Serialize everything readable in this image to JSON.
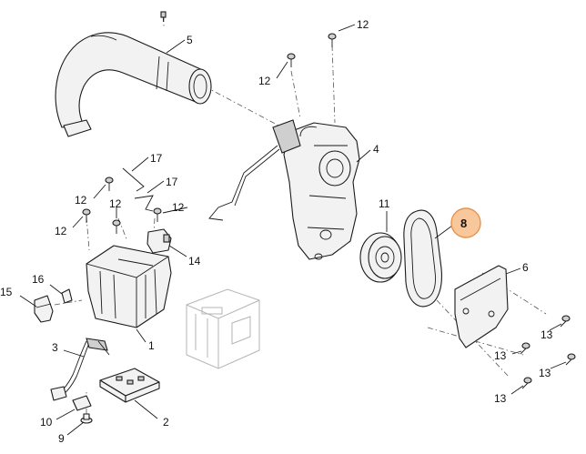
{
  "diagram": {
    "highlight_color": "#f9c79c",
    "highlighted_part": "8",
    "callouts": [
      {
        "id": "c5",
        "label": "5"
      },
      {
        "id": "c12a",
        "label": "12"
      },
      {
        "id": "c12b",
        "label": "12"
      },
      {
        "id": "c4",
        "label": "4"
      },
      {
        "id": "c17a",
        "label": "17"
      },
      {
        "id": "c17b",
        "label": "17"
      },
      {
        "id": "c12c",
        "label": "12"
      },
      {
        "id": "c12d",
        "label": "12"
      },
      {
        "id": "c12e",
        "label": "12"
      },
      {
        "id": "c12f",
        "label": "12"
      },
      {
        "id": "c11",
        "label": "11"
      },
      {
        "id": "c8",
        "label": "8"
      },
      {
        "id": "c14",
        "label": "14"
      },
      {
        "id": "c16",
        "label": "16"
      },
      {
        "id": "c15",
        "label": "15"
      },
      {
        "id": "c6",
        "label": "6"
      },
      {
        "id": "c1",
        "label": "1"
      },
      {
        "id": "c3",
        "label": "3"
      },
      {
        "id": "c13a",
        "label": "13"
      },
      {
        "id": "c13b",
        "label": "13"
      },
      {
        "id": "c13c",
        "label": "13"
      },
      {
        "id": "c13d",
        "label": "13"
      },
      {
        "id": "c2",
        "label": "2"
      },
      {
        "id": "c10",
        "label": "10"
      },
      {
        "id": "c9",
        "label": "9"
      }
    ]
  }
}
